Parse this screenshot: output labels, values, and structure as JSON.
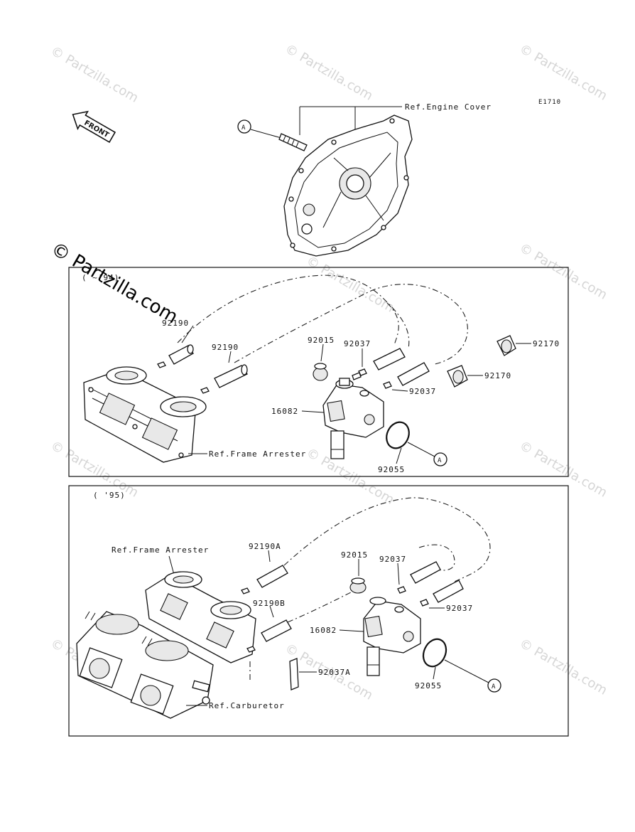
{
  "header": {
    "code": "E1710"
  },
  "front_arrow": {
    "label": "FRONT"
  },
  "watermark": {
    "main": "© Partzilla.com",
    "faint": "© Partzilla.com"
  },
  "top": {
    "ref_engine_cover": "Ref.Engine Cover",
    "callout_a": "A"
  },
  "panel1": {
    "year": "( ~'94)",
    "labels": {
      "p92190a": "92190",
      "p92190b": "92190",
      "p92015": "92015",
      "p92037a": "92037",
      "p92037b": "92037",
      "p92170a": "92170",
      "p92170b": "92170",
      "p16082": "16082",
      "p92055": "92055",
      "ref_frame": "Ref.Frame Arrester",
      "callout_a": "A"
    }
  },
  "panel2": {
    "year": "( '95)",
    "labels": {
      "ref_frame": "Ref.Frame Arrester",
      "p92190A": "92190A",
      "p92190B": "92190B",
      "p92015": "92015",
      "p92037a": "92037",
      "p92037b": "92037",
      "p16082": "16082",
      "p92037A": "92037A",
      "p92055": "92055",
      "ref_carb": "Ref.Carburetor",
      "callout_a": "A"
    }
  }
}
